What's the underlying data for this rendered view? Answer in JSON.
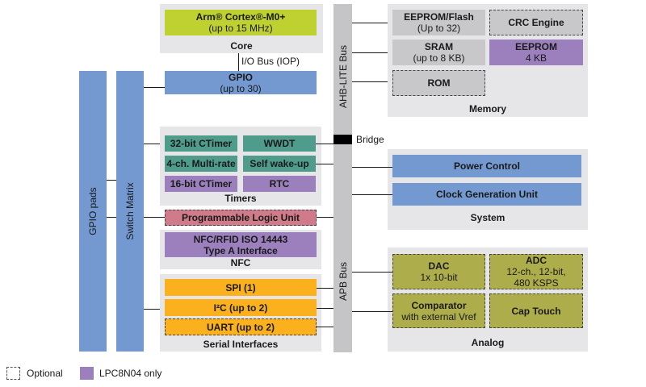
{
  "core": {
    "group_label": "Core",
    "cpu_title": "Arm® Cortex®-M0+",
    "cpu_sub": "(up to 15 MHz)"
  },
  "io_bus_label": "I/O Bus (IOP)",
  "gpio": {
    "title": "GPIO",
    "sub": "(up to 30)"
  },
  "gpio_pads_label": "GPIO pads",
  "switch_matrix_label": "Switch Matrix",
  "ahb_bus_label": "AHB-LITE Bus",
  "apb_bus_label": "APB Bus",
  "bridge_label": "Bridge",
  "memory": {
    "group_label": "Memory",
    "eeprom_flash_title": "EEPROM/Flash",
    "eeprom_flash_sub": "(Up to 32)",
    "crc_engine": "CRC Engine",
    "sram_title": "SRAM",
    "sram_sub": "(up to 8 KB)",
    "eeprom_title": "EEPROM",
    "eeprom_sub": "4 KB",
    "rom": "ROM"
  },
  "timers": {
    "group_label": "Timers",
    "items": [
      "32-bit CTimer",
      "WWDT",
      "4-ch. Multi-rate",
      "Self wake-up",
      "16-bit CTimer",
      "RTC"
    ]
  },
  "plu": "Programmable Logic Unit",
  "nfc": {
    "group_label": "NFC",
    "line1": "NFC/RFID ISO 14443",
    "line2": "Type A Interface"
  },
  "serial": {
    "group_label": "Serial Interfaces",
    "spi": "SPI (1)",
    "i2c": "I²C (up to 2)",
    "uart": "UART (up to 2)"
  },
  "system": {
    "group_label": "System",
    "power_control": "Power Control",
    "clock_gen": "Clock Generation Unit"
  },
  "analog": {
    "group_label": "Analog",
    "dac_title": "DAC",
    "dac_sub": "1x 10-bit",
    "adc_title": "ADC",
    "adc_sub1": "12-ch., 12-bit,",
    "adc_sub2": "480 KSPS",
    "comparator_title": "Comparator",
    "comparator_sub": "with external Vref",
    "cap_touch": "Cap Touch"
  },
  "legend": {
    "optional_label": "Optional",
    "lpc_only_label": "LPC8N04 only"
  },
  "colors": {
    "core": "#bfd130",
    "blue": "#7399d0",
    "memory_gray": "#c8c8ca",
    "lpc_only_purple": "#9b80bd",
    "timer_teal": "#4f9b8c",
    "plu_pink": "#d07b8a",
    "serial_orange": "#fbb11d",
    "analog_olive": "#adad4c",
    "group_bg": "#e6e6e8",
    "bus_gray": "#c5c5c7"
  }
}
